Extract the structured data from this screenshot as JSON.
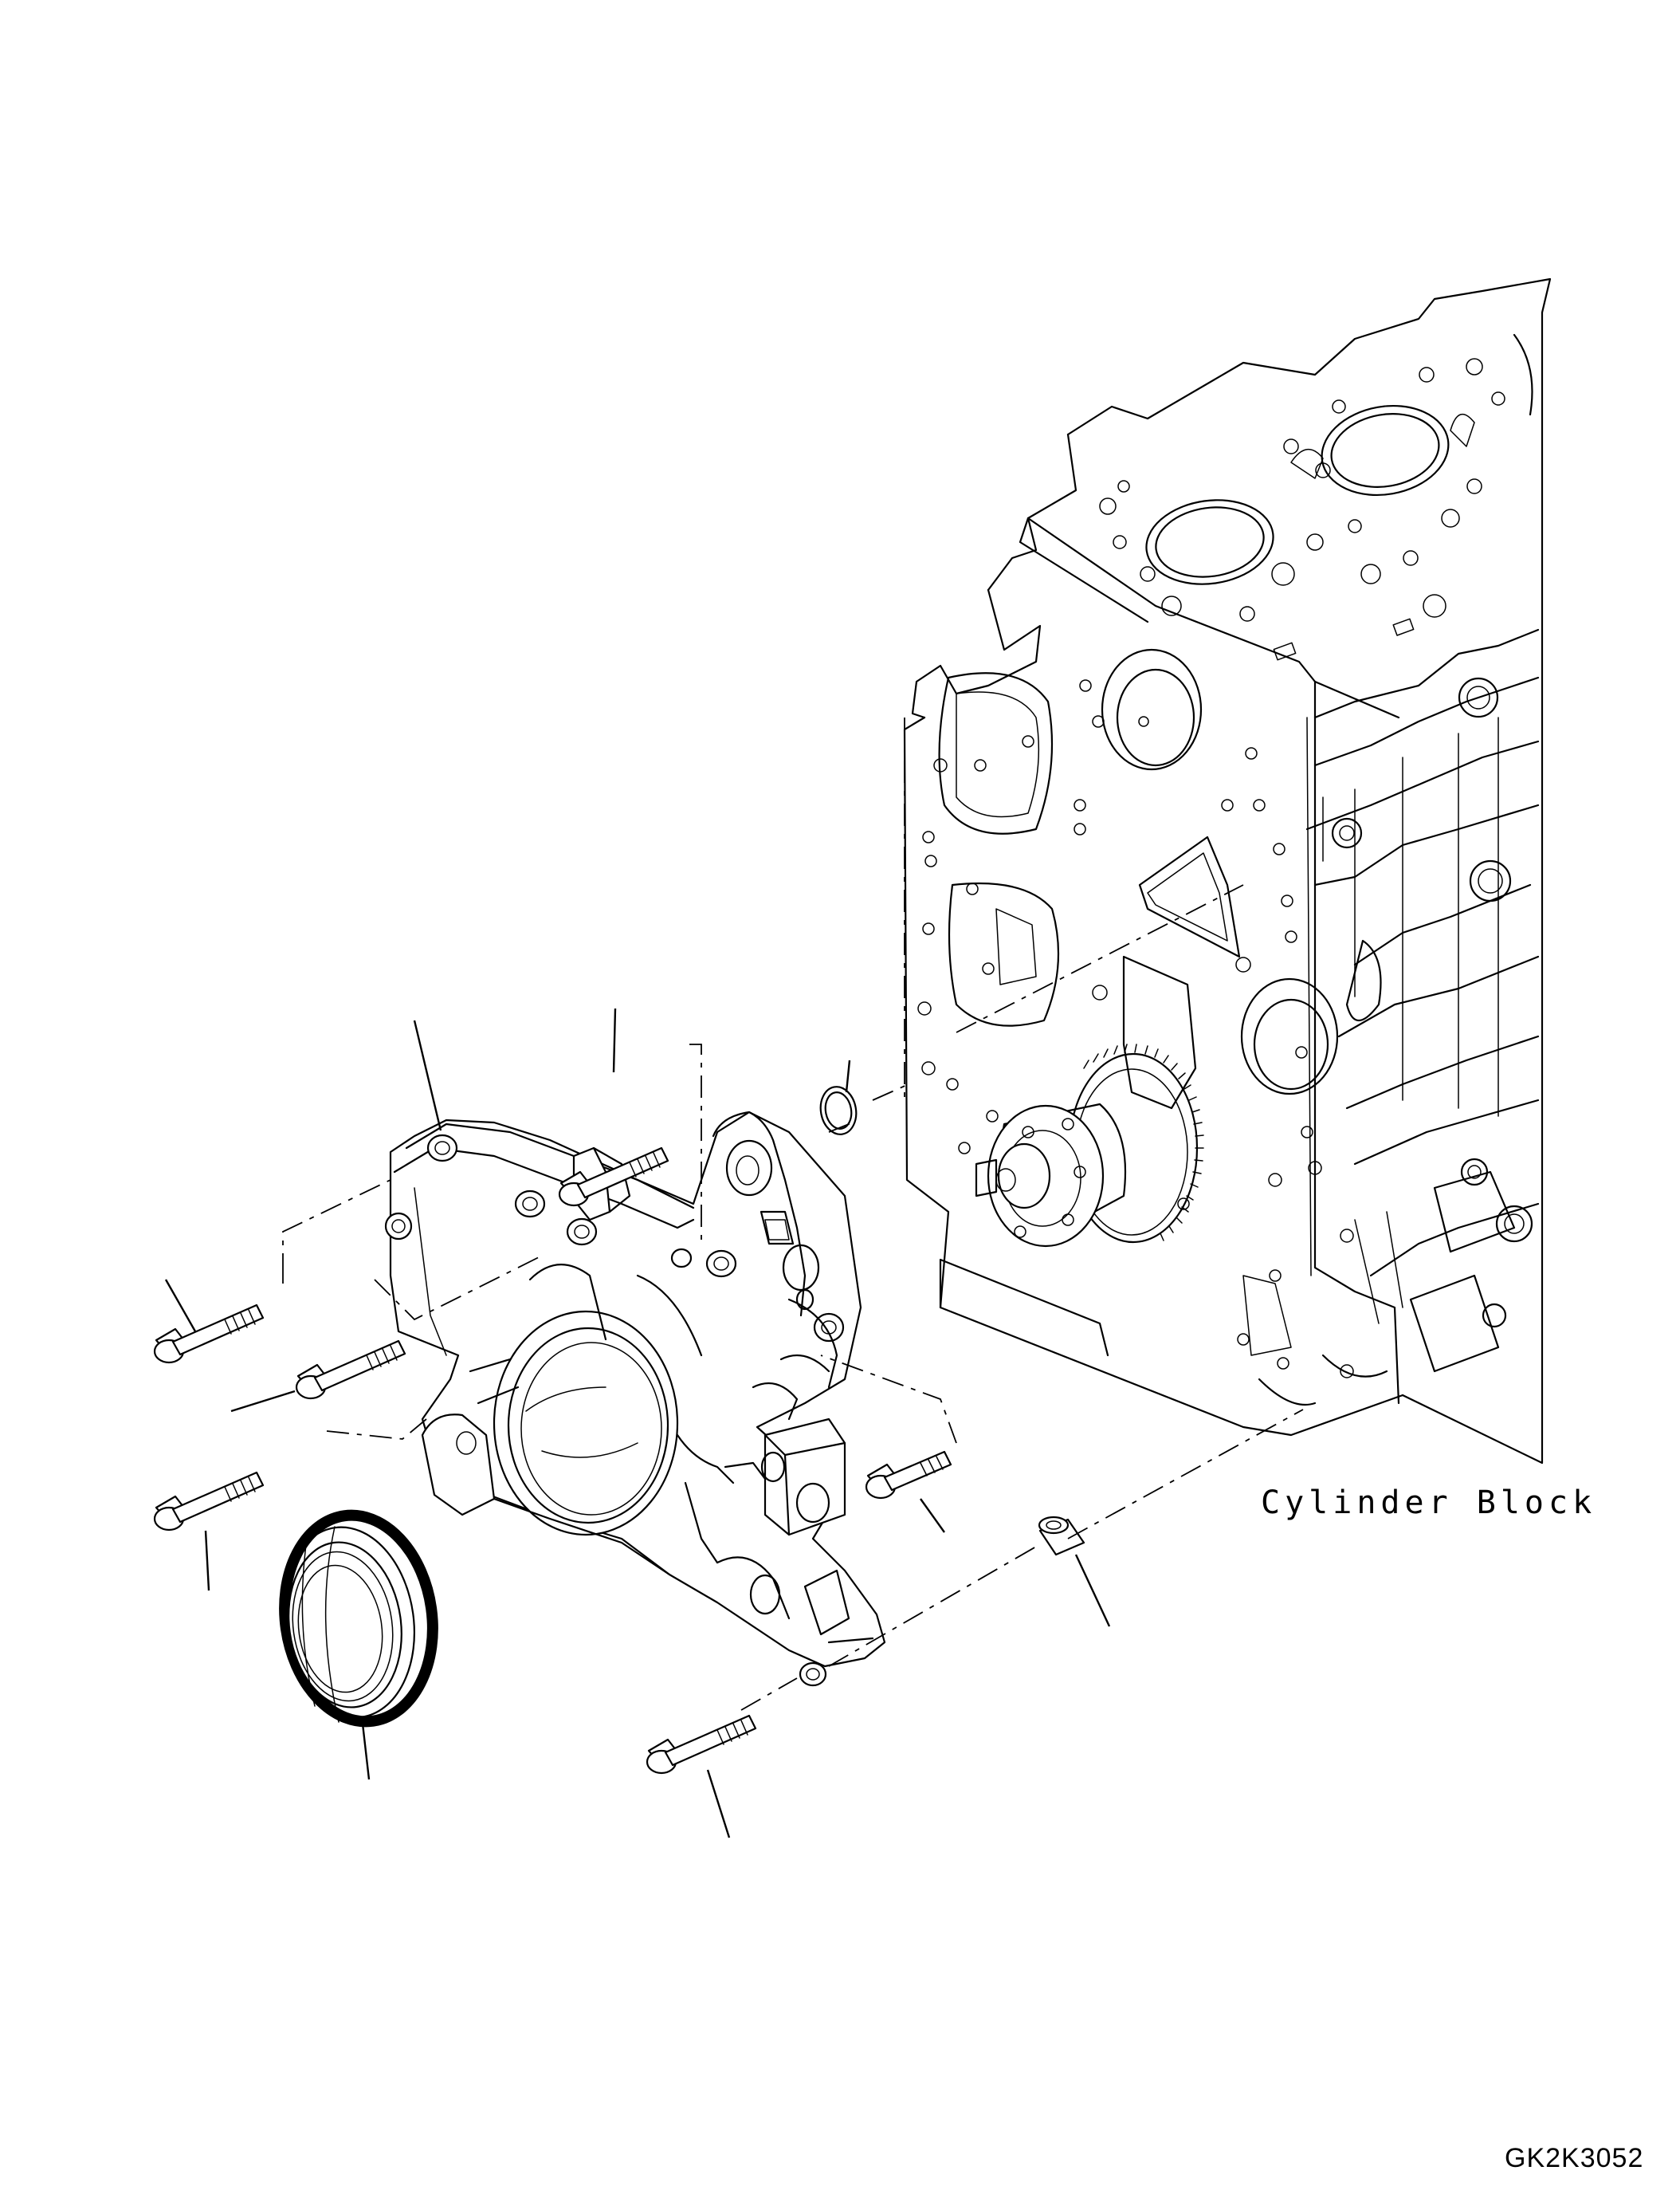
{
  "labels": {
    "component": "Cylinder Block",
    "drawing_number": "GK2K3052"
  },
  "icons": [
    "cylinder-block-drawing",
    "front-cover-drawing",
    "oil-seal-drawing",
    "o-ring-drawing",
    "dowel-pin-drawing",
    "flange-bolt-drawing"
  ]
}
